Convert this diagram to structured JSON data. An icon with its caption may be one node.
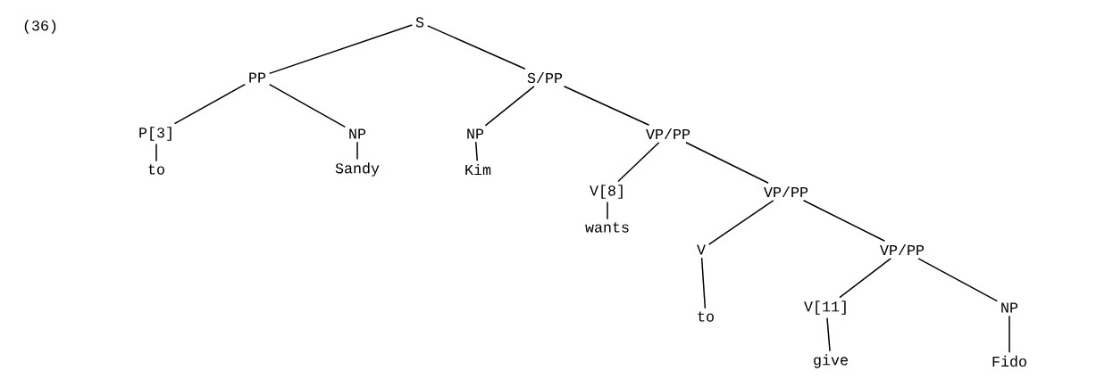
{
  "diagram": {
    "nodes": [
      {
        "text": [
          "S"
        ]
      },
      {
        "text": [
          "PP"
        ]
      },
      {
        "text": [
          "S/PP"
        ]
      },
      {
        "text": [
          "P[3]"
        ]
      },
      {
        "text": [
          "NP"
        ]
      },
      {
        "text": [
          "NP"
        ]
      },
      {
        "text": [
          "VP/PP"
        ]
      },
      {
        "text": [
          "to"
        ]
      },
      {
        "text": [
          "Sandy"
        ]
      },
      {
        "text": [
          "Kim"
        ]
      },
      {
        "text": [
          "V[8]"
        ]
      },
      {
        "text": [
          "VP/PP"
        ]
      },
      {
        "text": [
          "wants"
        ]
      },
      {
        "text": [
          "V"
        ]
      },
      {
        "text": [
          "VP/PP"
        ]
      },
      {
        "text": [
          "to"
        ]
      },
      {
        "text": [
          "V[11]"
        ]
      },
      {
        "text": [
          "NP"
        ]
      },
      {
        "text": [
          "give"
        ]
      },
      {
        "text": [
          "Fido"
        ]
      }
    ],
    "edges": [
      {
        "from": 0,
        "to": 1,
        "arrow": "none"
      },
      {
        "from": 0,
        "to": 2,
        "arrow": "none"
      },
      {
        "from": 1,
        "to": 3,
        "arrow": "none"
      },
      {
        "from": 1,
        "to": 4,
        "arrow": "none"
      },
      {
        "from": 2,
        "to": 5,
        "arrow": "none"
      },
      {
        "from": 2,
        "to": 6,
        "arrow": "none"
      },
      {
        "from": 3,
        "to": 7,
        "arrow": "none"
      },
      {
        "from": 4,
        "to": 8,
        "arrow": "none"
      },
      {
        "from": 5,
        "to": 9,
        "arrow": "none"
      },
      {
        "from": 6,
        "to": 10,
        "arrow": "none"
      },
      {
        "from": 6,
        "to": 11,
        "arrow": "none"
      },
      {
        "from": 10,
        "to": 12,
        "arrow": "none"
      },
      {
        "from": 11,
        "to": 13,
        "arrow": "none"
      },
      {
        "from": 11,
        "to": 14,
        "arrow": "none"
      },
      {
        "from": 13,
        "to": 15,
        "arrow": "none"
      },
      {
        "from": 14,
        "to": 16,
        "arrow": "none"
      },
      {
        "from": 14,
        "to": 17,
        "arrow": "none"
      },
      {
        "from": 16,
        "to": 18,
        "arrow": "none"
      },
      {
        "from": 17,
        "to": 19,
        "arrow": "none"
      }
    ],
    "labels": [
      "(36)"
    ]
  }
}
